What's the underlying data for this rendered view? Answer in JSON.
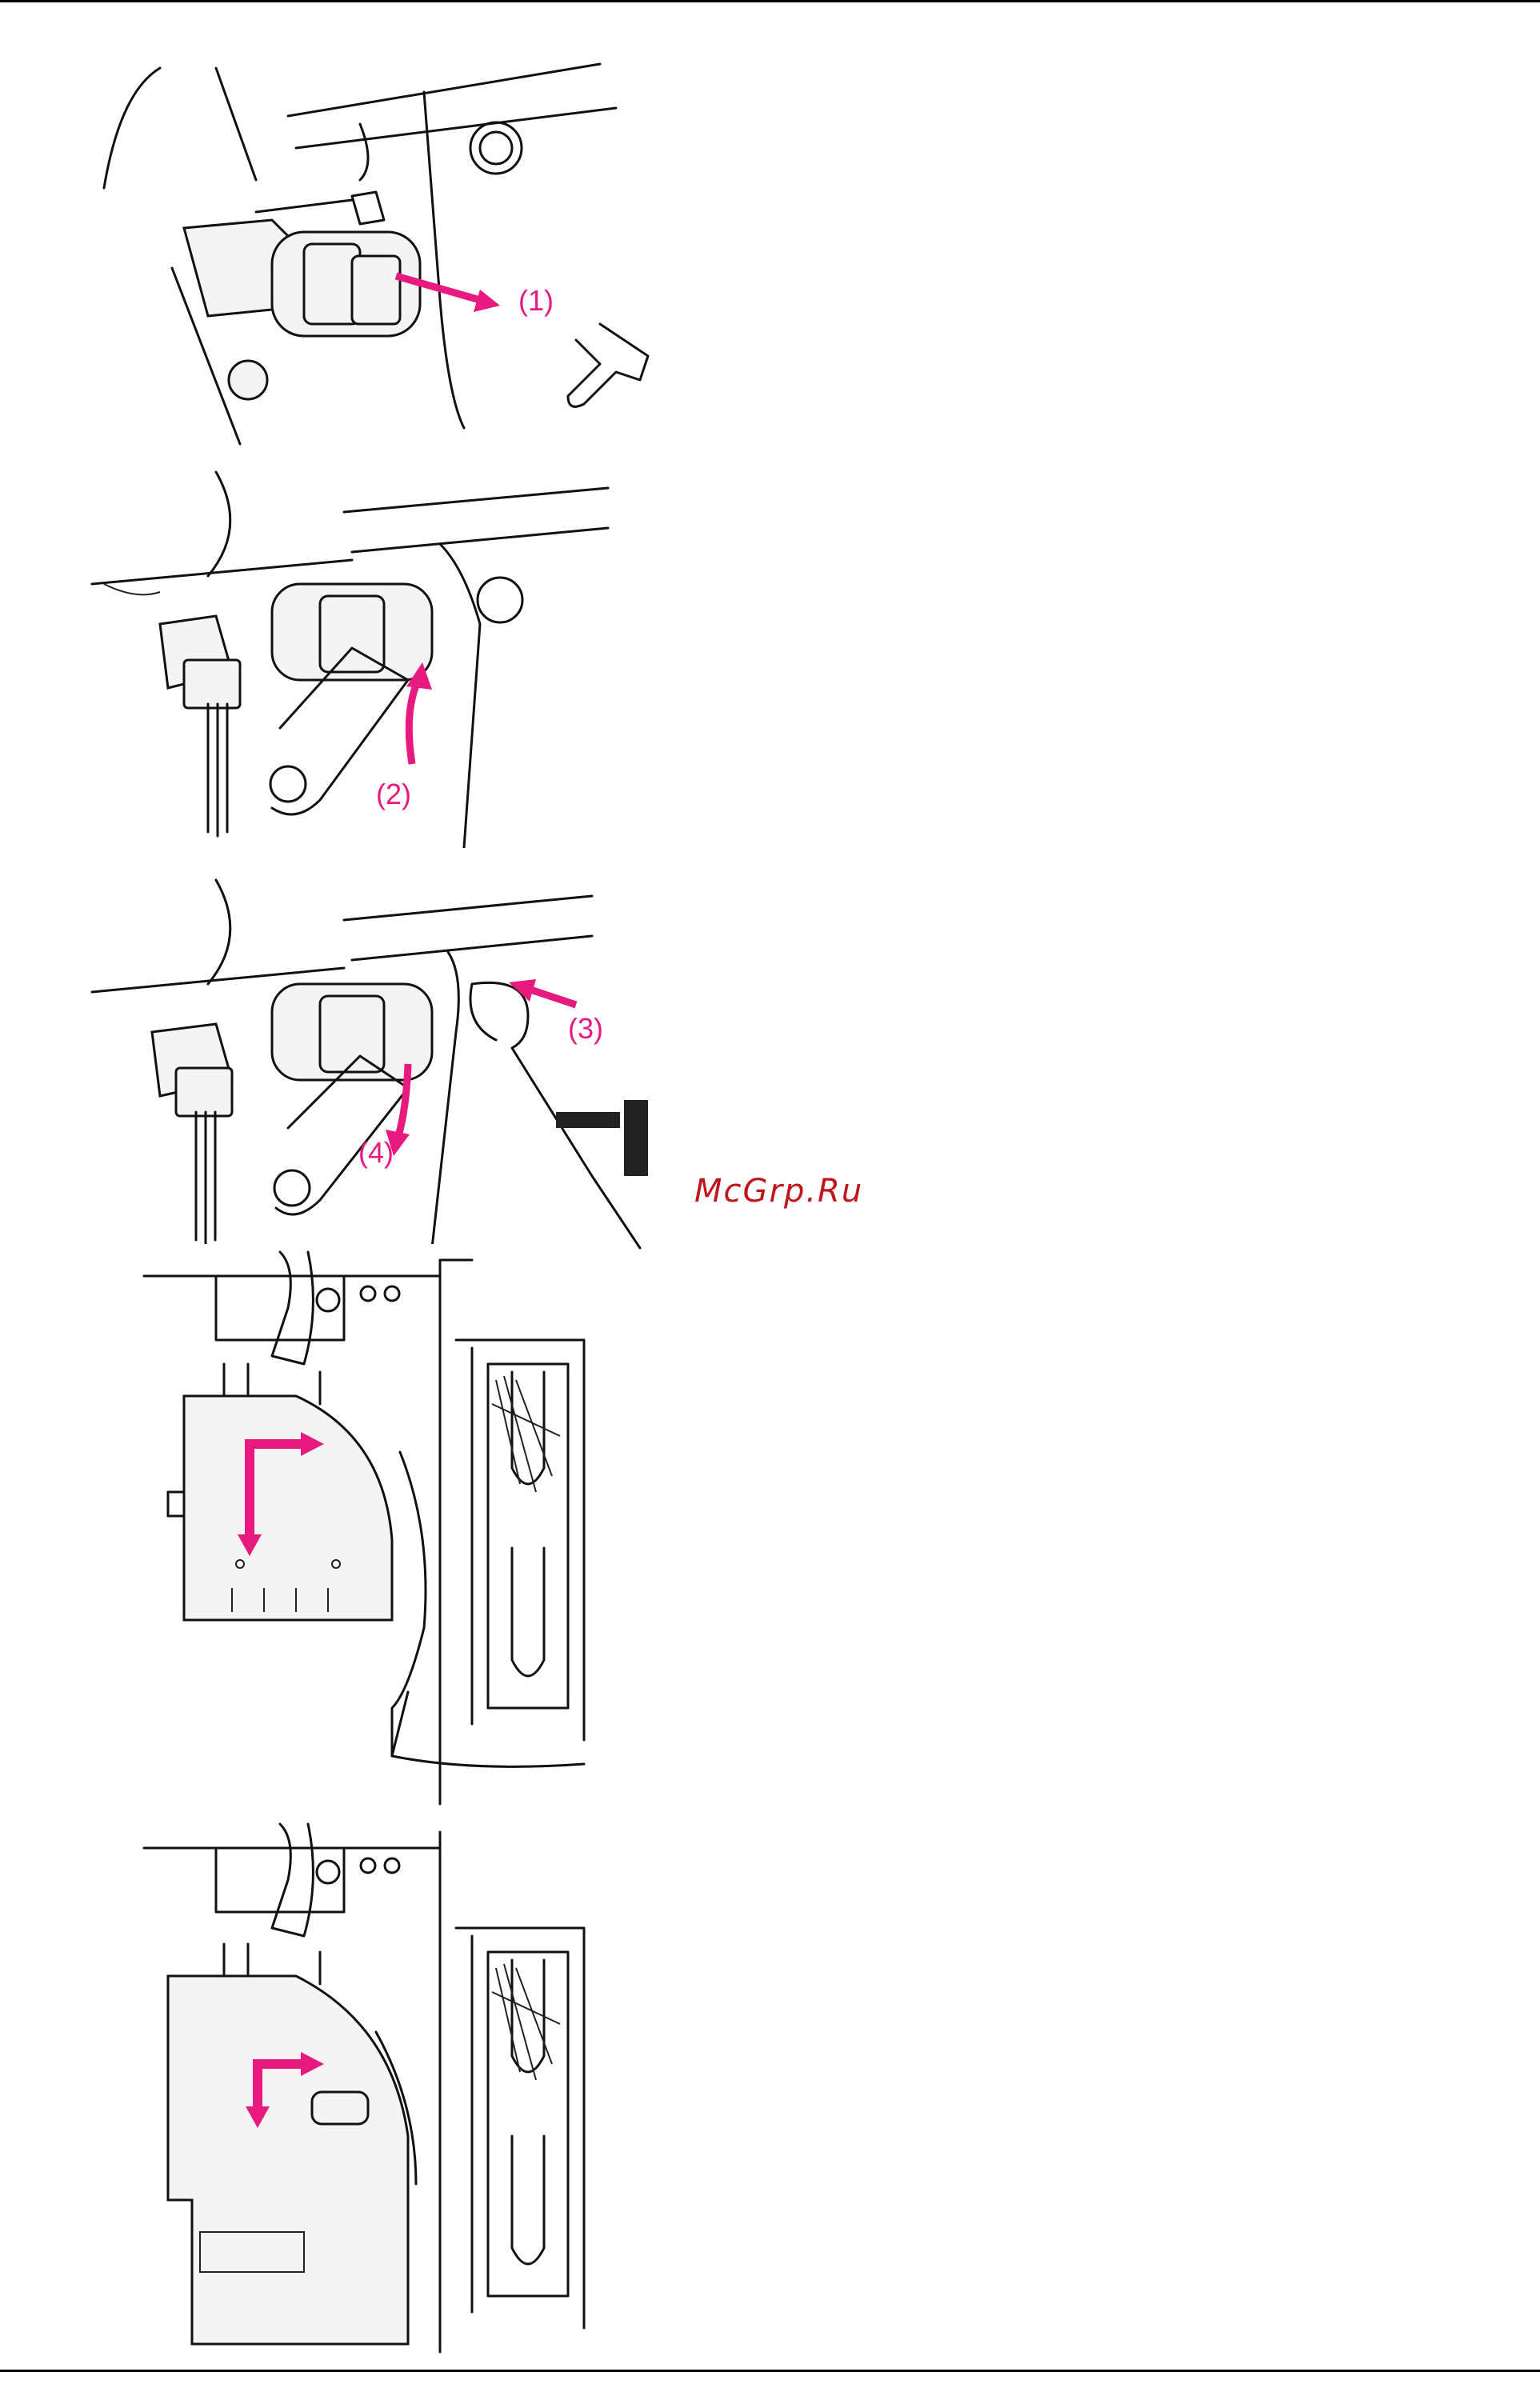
{
  "callouts": {
    "step1": "(1)",
    "step2": "(2)",
    "step3": "(3)",
    "step4": "(4)"
  },
  "watermark": "McGrp.Ru",
  "colors": {
    "arrow": "#e8197f",
    "watermark": "#c0151a",
    "ink": "#111111"
  }
}
